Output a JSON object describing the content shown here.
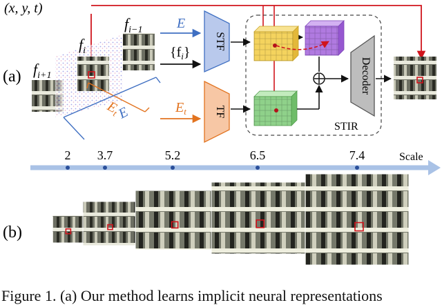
{
  "panel_a": {
    "label": "(a)",
    "coord_label": "(x, y, t)",
    "frames": [
      {
        "id": "f_prev_label",
        "text": "f",
        "sub": "i−1"
      },
      {
        "id": "f_cur_label",
        "text": "f",
        "sub": "i"
      },
      {
        "id": "f_next_label",
        "text": "f",
        "sub": "i+1"
      }
    ],
    "event_labels": {
      "E": "E",
      "Et": "E",
      "Et_sub": "t"
    },
    "inputs": {
      "E": "E",
      "frames_set": "{f",
      "frames_set_sub": "i",
      "frames_set_end": "}",
      "Et": "E",
      "Et_sub": "t"
    },
    "modules": {
      "stf": "STF",
      "tf": "TF",
      "decoder": "Decoder",
      "stir": "STIR"
    },
    "merge_symbol": "⊕"
  },
  "scale_axis": {
    "label": "Scale",
    "ticks": [
      "2",
      "3.7",
      "5.2",
      "6.5",
      "7.4"
    ]
  },
  "panel_b": {
    "label": "(b)"
  },
  "caption": "Figure 1.  (a) Our method learns implicit neural representations",
  "colors": {
    "red": "#d0141c",
    "blue": "#3f6fc2",
    "orange": "#e2731f",
    "stf_fill": "#b9c9ec",
    "tf_fill": "#f7c7a5",
    "decoder_fill": "#bdbdbd",
    "axis": "#a9c2e6",
    "yellow_cube": "#f4d35e",
    "purple_cube": "#b07ae0",
    "green_cube": "#8fd18a"
  }
}
